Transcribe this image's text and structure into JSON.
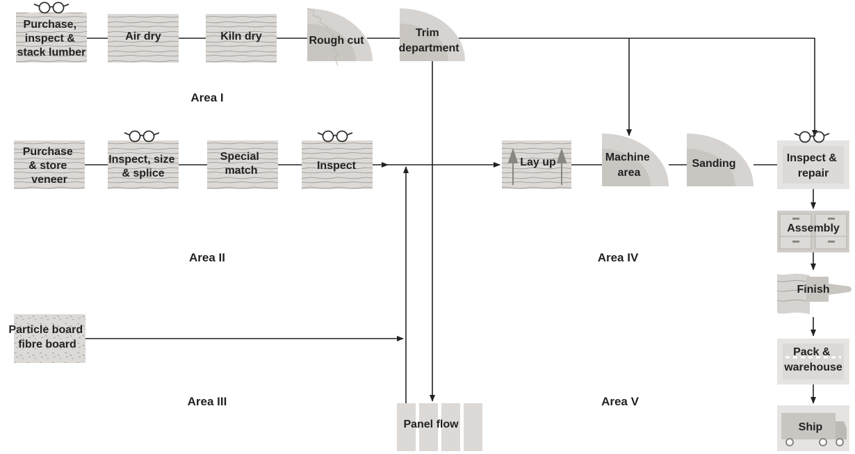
{
  "nodes": {
    "purchase_lumber": [
      "Purchase,",
      "inspect &",
      "stack lumber"
    ],
    "air_dry": [
      "Air dry"
    ],
    "kiln_dry": [
      "Kiln dry"
    ],
    "rough_cut": [
      "Rough cut"
    ],
    "trim_department": [
      "Trim",
      "department"
    ],
    "purchase_veneer": [
      "Purchase",
      "& store",
      "veneer"
    ],
    "inspect_size_splice": [
      "Inspect, size",
      "& splice"
    ],
    "special_match": [
      "Special",
      "match"
    ],
    "inspect": [
      "Inspect"
    ],
    "lay_up": [
      "Lay up"
    ],
    "machine_area": [
      "Machine",
      "area"
    ],
    "sanding": [
      "Sanding"
    ],
    "inspect_repair": [
      "Inspect &",
      "repair"
    ],
    "particle_board": [
      "Particle board",
      "fibre board"
    ],
    "assembly": [
      "Assembly"
    ],
    "finish": [
      "Finish"
    ],
    "pack_warehouse": [
      "Pack &",
      "warehouse"
    ],
    "ship": [
      "Ship"
    ],
    "panel_flow": [
      "Panel flow"
    ]
  },
  "areas": {
    "area_1": "Area I",
    "area_2": "Area II",
    "area_3": "Area III",
    "area_4": "Area IV",
    "area_5": "Area V"
  },
  "icons": {
    "lumber_glasses": "glasses-icon",
    "veneer_glasses": "glasses-icon",
    "inspect_glasses": "glasses-icon",
    "repair_glasses": "glasses-icon",
    "rough_cut_saw": "saw-blade-icon",
    "trim_saw": "saw-blade-icon",
    "machine_saw": "saw-blade-icon",
    "sanding_saw": "saw-blade-icon",
    "lay_up_arrows": "up-arrow-icon",
    "assembly_cabinet": "cabinet-icon",
    "finish_brush": "paintbrush-icon",
    "pack_box": "package-icon",
    "ship_truck": "truck-icon"
  }
}
